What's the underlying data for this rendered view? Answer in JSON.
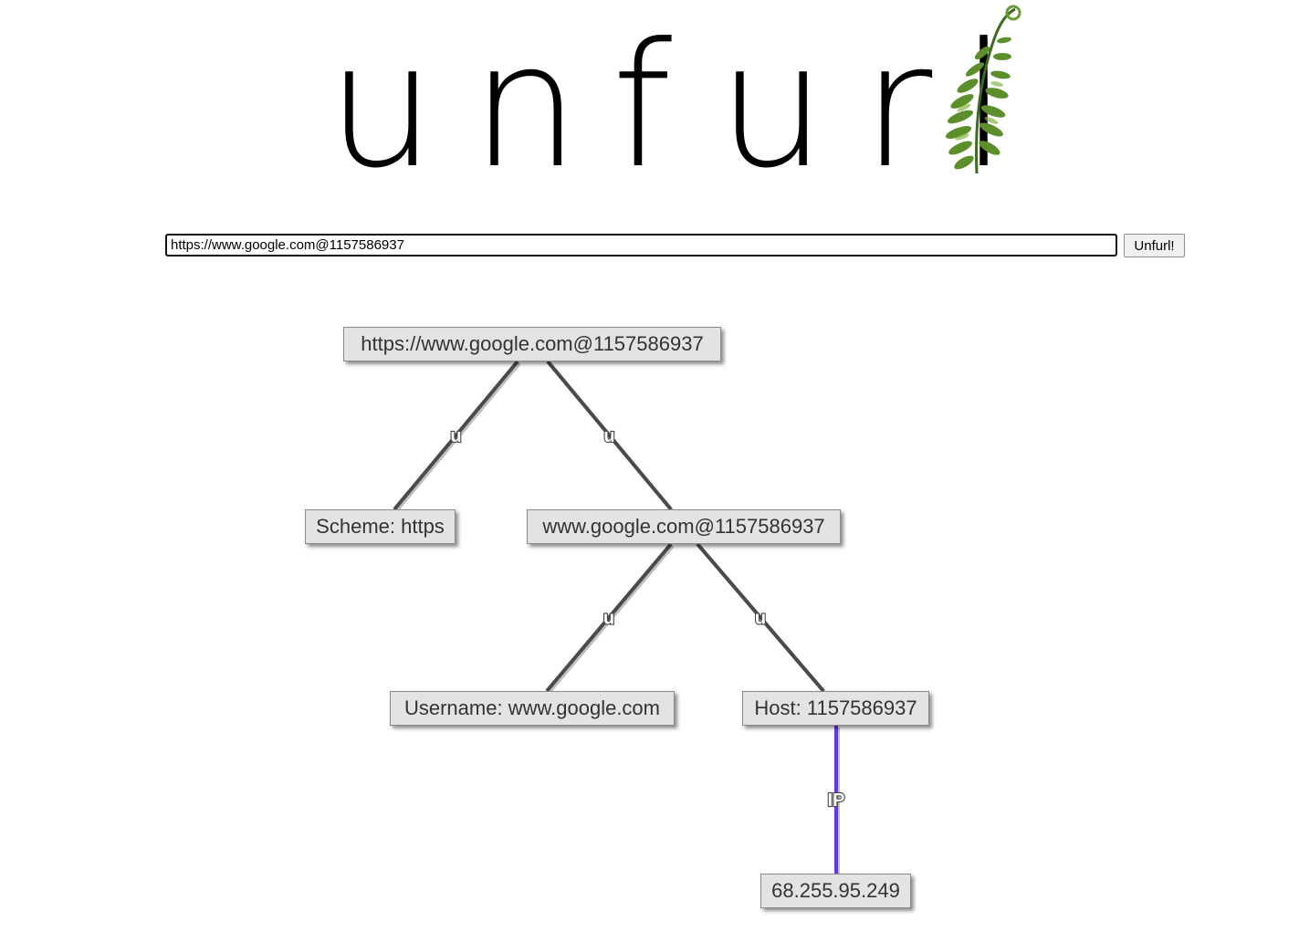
{
  "logo": {
    "letters": [
      "u",
      "n",
      "f",
      "u",
      "r",
      "l"
    ]
  },
  "search": {
    "value": "https://www.google.com@1157586937",
    "button_label": "Unfurl!"
  },
  "graph": {
    "nodes": {
      "root": "https://www.google.com@1157586937",
      "scheme": "Scheme: https",
      "authority": "www.google.com@1157586937",
      "username": "Username: www.google.com",
      "host": "Host: 1157586937",
      "ip": "68.255.95.249"
    },
    "edges": [
      {
        "from": "root",
        "to": "scheme",
        "label": "u",
        "type": "url"
      },
      {
        "from": "root",
        "to": "authority",
        "label": "u",
        "type": "url"
      },
      {
        "from": "authority",
        "to": "username",
        "label": "u",
        "type": "url"
      },
      {
        "from": "authority",
        "to": "host",
        "label": "u",
        "type": "url"
      },
      {
        "from": "host",
        "to": "ip",
        "label": "IP",
        "type": "ip"
      }
    ],
    "colors": {
      "url_edge": "#4a4a4a",
      "ip_edge": "#6a35e8",
      "node_fill": "#e3e3e3"
    }
  }
}
